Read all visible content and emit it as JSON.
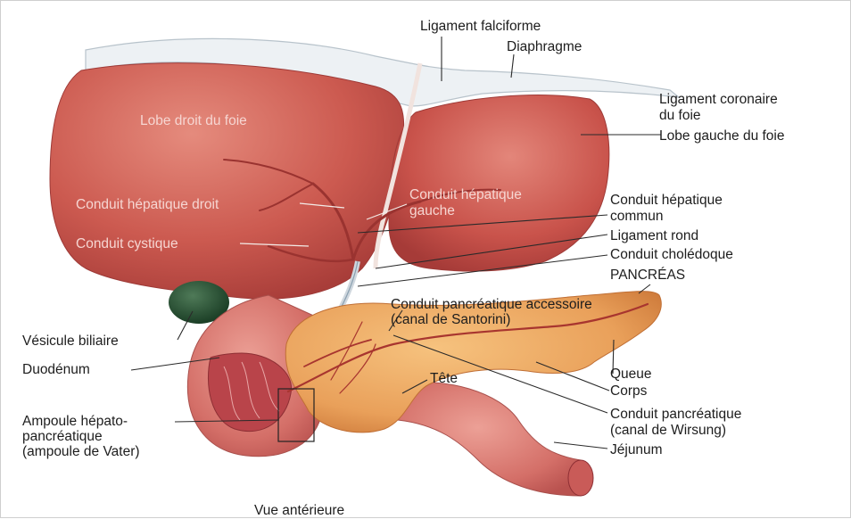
{
  "diagram": {
    "caption": "Vue antérieure",
    "labels_inside": {
      "lobe_droit": "Lobe droit du foie",
      "conduit_hepatique_droit": "Conduit hépatique droit",
      "conduit_cystique": "Conduit cystique",
      "conduit_hepatique_gauche_1": "Conduit hépatique",
      "conduit_hepatique_gauche_2": "gauche"
    },
    "labels_right": {
      "ligament_falciforme": "Ligament falciforme",
      "diaphragme": "Diaphragme",
      "ligament_coronaire_1": "Ligament coronaire",
      "ligament_coronaire_2": "du foie",
      "lobe_gauche": "Lobe gauche du foie",
      "conduit_hepatique_commun_1": "Conduit hépatique",
      "conduit_hepatique_commun_2": "commun",
      "ligament_rond": "Ligament rond",
      "conduit_choledoque": "Conduit cholédoque",
      "pancreas": "PANCRÉAS",
      "santorini_1": "Conduit pancréatique accessoire",
      "santorini_2": "(canal de Santorini)",
      "queue": "Queue",
      "corps": "Corps",
      "tete": "Tête",
      "wirsung_1": "Conduit pancréatique",
      "wirsung_2": "(canal de Wirsung)",
      "jejunum": "Jéjunum"
    },
    "labels_left": {
      "vesicule": "Vésicule biliaire",
      "duodenum": "Duodénum",
      "ampoule_1": "Ampoule hépato-",
      "ampoule_2": "pancréatique",
      "ampoule_3": "(ampoule de Vater)"
    },
    "colors": {
      "liver": "#c9504a",
      "liver_light": "#de7a6f",
      "gallbladder": "#1f4a2c",
      "pancreas": "#e79a4a",
      "duodenum": "#d9776f",
      "diaphragm": "#e9eef2"
    }
  }
}
